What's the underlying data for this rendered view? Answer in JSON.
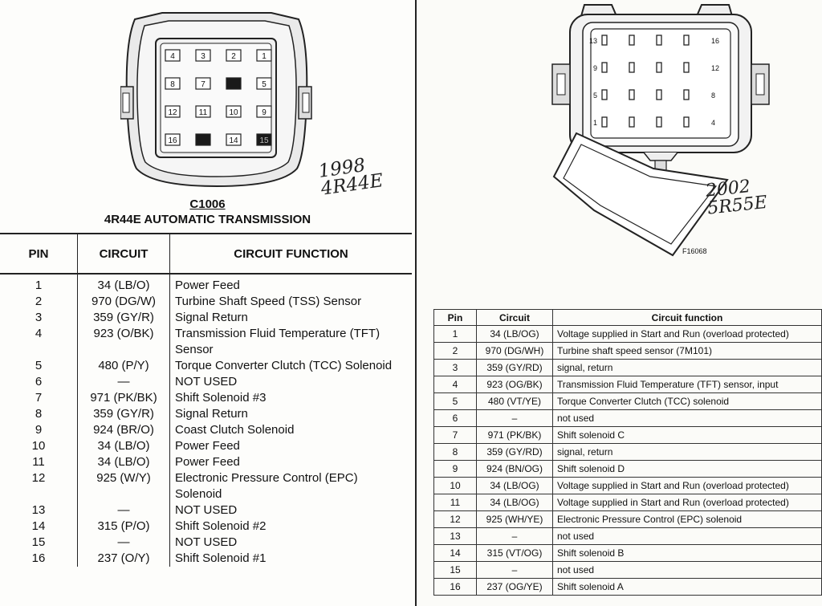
{
  "left": {
    "connector_label": "C1006",
    "connector_subtitle": "4R44E AUTOMATIC TRANSMISSION",
    "handwritten": [
      "1998",
      "4R44E"
    ],
    "headers": {
      "pin": "PIN",
      "circuit": "CIRCUIT",
      "function": "CIRCUIT FUNCTION"
    },
    "connector_pin_numbers": [
      "4",
      "3",
      "2",
      "1",
      "8",
      "7",
      "",
      "5",
      "12",
      "11",
      "10",
      "9",
      "16",
      "",
      "14",
      "15"
    ],
    "rows": [
      {
        "pin": "1",
        "circuit": "34 (LB/O)",
        "function": [
          "Power Feed"
        ]
      },
      {
        "pin": "2",
        "circuit": "970 (DG/W)",
        "function": [
          "Turbine Shaft Speed (TSS) Sensor"
        ]
      },
      {
        "pin": "3",
        "circuit": "359 (GY/R)",
        "function": [
          "Signal Return"
        ]
      },
      {
        "pin": "4",
        "circuit": "923 (O/BK)",
        "function": [
          "Transmission Fluid Temperature (TFT)",
          "Sensor"
        ]
      },
      {
        "pin": "5",
        "circuit": "480 (P/Y)",
        "function": [
          "Torque Converter Clutch (TCC) Solenoid"
        ]
      },
      {
        "pin": "6",
        "circuit": "—",
        "function": [
          "NOT USED"
        ]
      },
      {
        "pin": "7",
        "circuit": "971 (PK/BK)",
        "function": [
          "Shift Solenoid #3"
        ]
      },
      {
        "pin": "8",
        "circuit": "359 (GY/R)",
        "function": [
          "Signal Return"
        ]
      },
      {
        "pin": "9",
        "circuit": "924 (BR/O)",
        "function": [
          "Coast Clutch Solenoid"
        ]
      },
      {
        "pin": "10",
        "circuit": "34 (LB/O)",
        "function": [
          "Power Feed"
        ]
      },
      {
        "pin": "11",
        "circuit": "34 (LB/O)",
        "function": [
          "Power Feed"
        ]
      },
      {
        "pin": "12",
        "circuit": "925 (W/Y)",
        "function": [
          "Electronic Pressure Control (EPC)",
          "Solenoid"
        ]
      },
      {
        "pin": "13",
        "circuit": "—",
        "function": [
          "NOT USED"
        ]
      },
      {
        "pin": "14",
        "circuit": "315 (P/O)",
        "function": [
          "Shift Solenoid #2"
        ]
      },
      {
        "pin": "15",
        "circuit": "—",
        "function": [
          "NOT USED"
        ]
      },
      {
        "pin": "16",
        "circuit": "237 (O/Y)",
        "function": [
          "Shift Solenoid #1"
        ]
      }
    ]
  },
  "right": {
    "figure_id": "F16068",
    "handwritten": [
      "2002",
      "5R55E"
    ],
    "connector_row_labels": [
      [
        "13",
        "16"
      ],
      [
        "9",
        "12"
      ],
      [
        "5",
        "8"
      ],
      [
        "1",
        "4"
      ]
    ],
    "headers": {
      "pin": "Pin",
      "circuit": "Circuit",
      "function": "Circuit function"
    },
    "rows": [
      {
        "pin": "1",
        "circuit": "34 (LB/OG)",
        "function": "Voltage supplied in Start and Run (overload protected)"
      },
      {
        "pin": "2",
        "circuit": "970 (DG/WH)",
        "function": "Turbine shaft speed sensor (7M101)"
      },
      {
        "pin": "3",
        "circuit": "359 (GY/RD)",
        "function": "signal, return"
      },
      {
        "pin": "4",
        "circuit": "923 (OG/BK)",
        "function": "Transmission Fluid Temperature (TFT) sensor, input"
      },
      {
        "pin": "5",
        "circuit": "480 (VT/YE)",
        "function": "Torque Converter Clutch (TCC) solenoid"
      },
      {
        "pin": "6",
        "circuit": "–",
        "function": "not used"
      },
      {
        "pin": "7",
        "circuit": "971 (PK/BK)",
        "function": "Shift solenoid C"
      },
      {
        "pin": "8",
        "circuit": "359 (GY/RD)",
        "function": "signal, return"
      },
      {
        "pin": "9",
        "circuit": "924 (BN/OG)",
        "function": "Shift solenoid D"
      },
      {
        "pin": "10",
        "circuit": "34 (LB/OG)",
        "function": "Voltage supplied in Start and Run (overload protected)"
      },
      {
        "pin": "11",
        "circuit": "34 (LB/OG)",
        "function": "Voltage supplied in Start and Run (overload protected)"
      },
      {
        "pin": "12",
        "circuit": "925 (WH/YE)",
        "function": "Electronic Pressure Control (EPC) solenoid"
      },
      {
        "pin": "13",
        "circuit": "–",
        "function": "not used"
      },
      {
        "pin": "14",
        "circuit": "315 (VT/OG)",
        "function": "Shift solenoid B"
      },
      {
        "pin": "15",
        "circuit": "–",
        "function": "not used"
      },
      {
        "pin": "16",
        "circuit": "237 (OG/YE)",
        "function": "Shift solenoid A"
      }
    ]
  }
}
